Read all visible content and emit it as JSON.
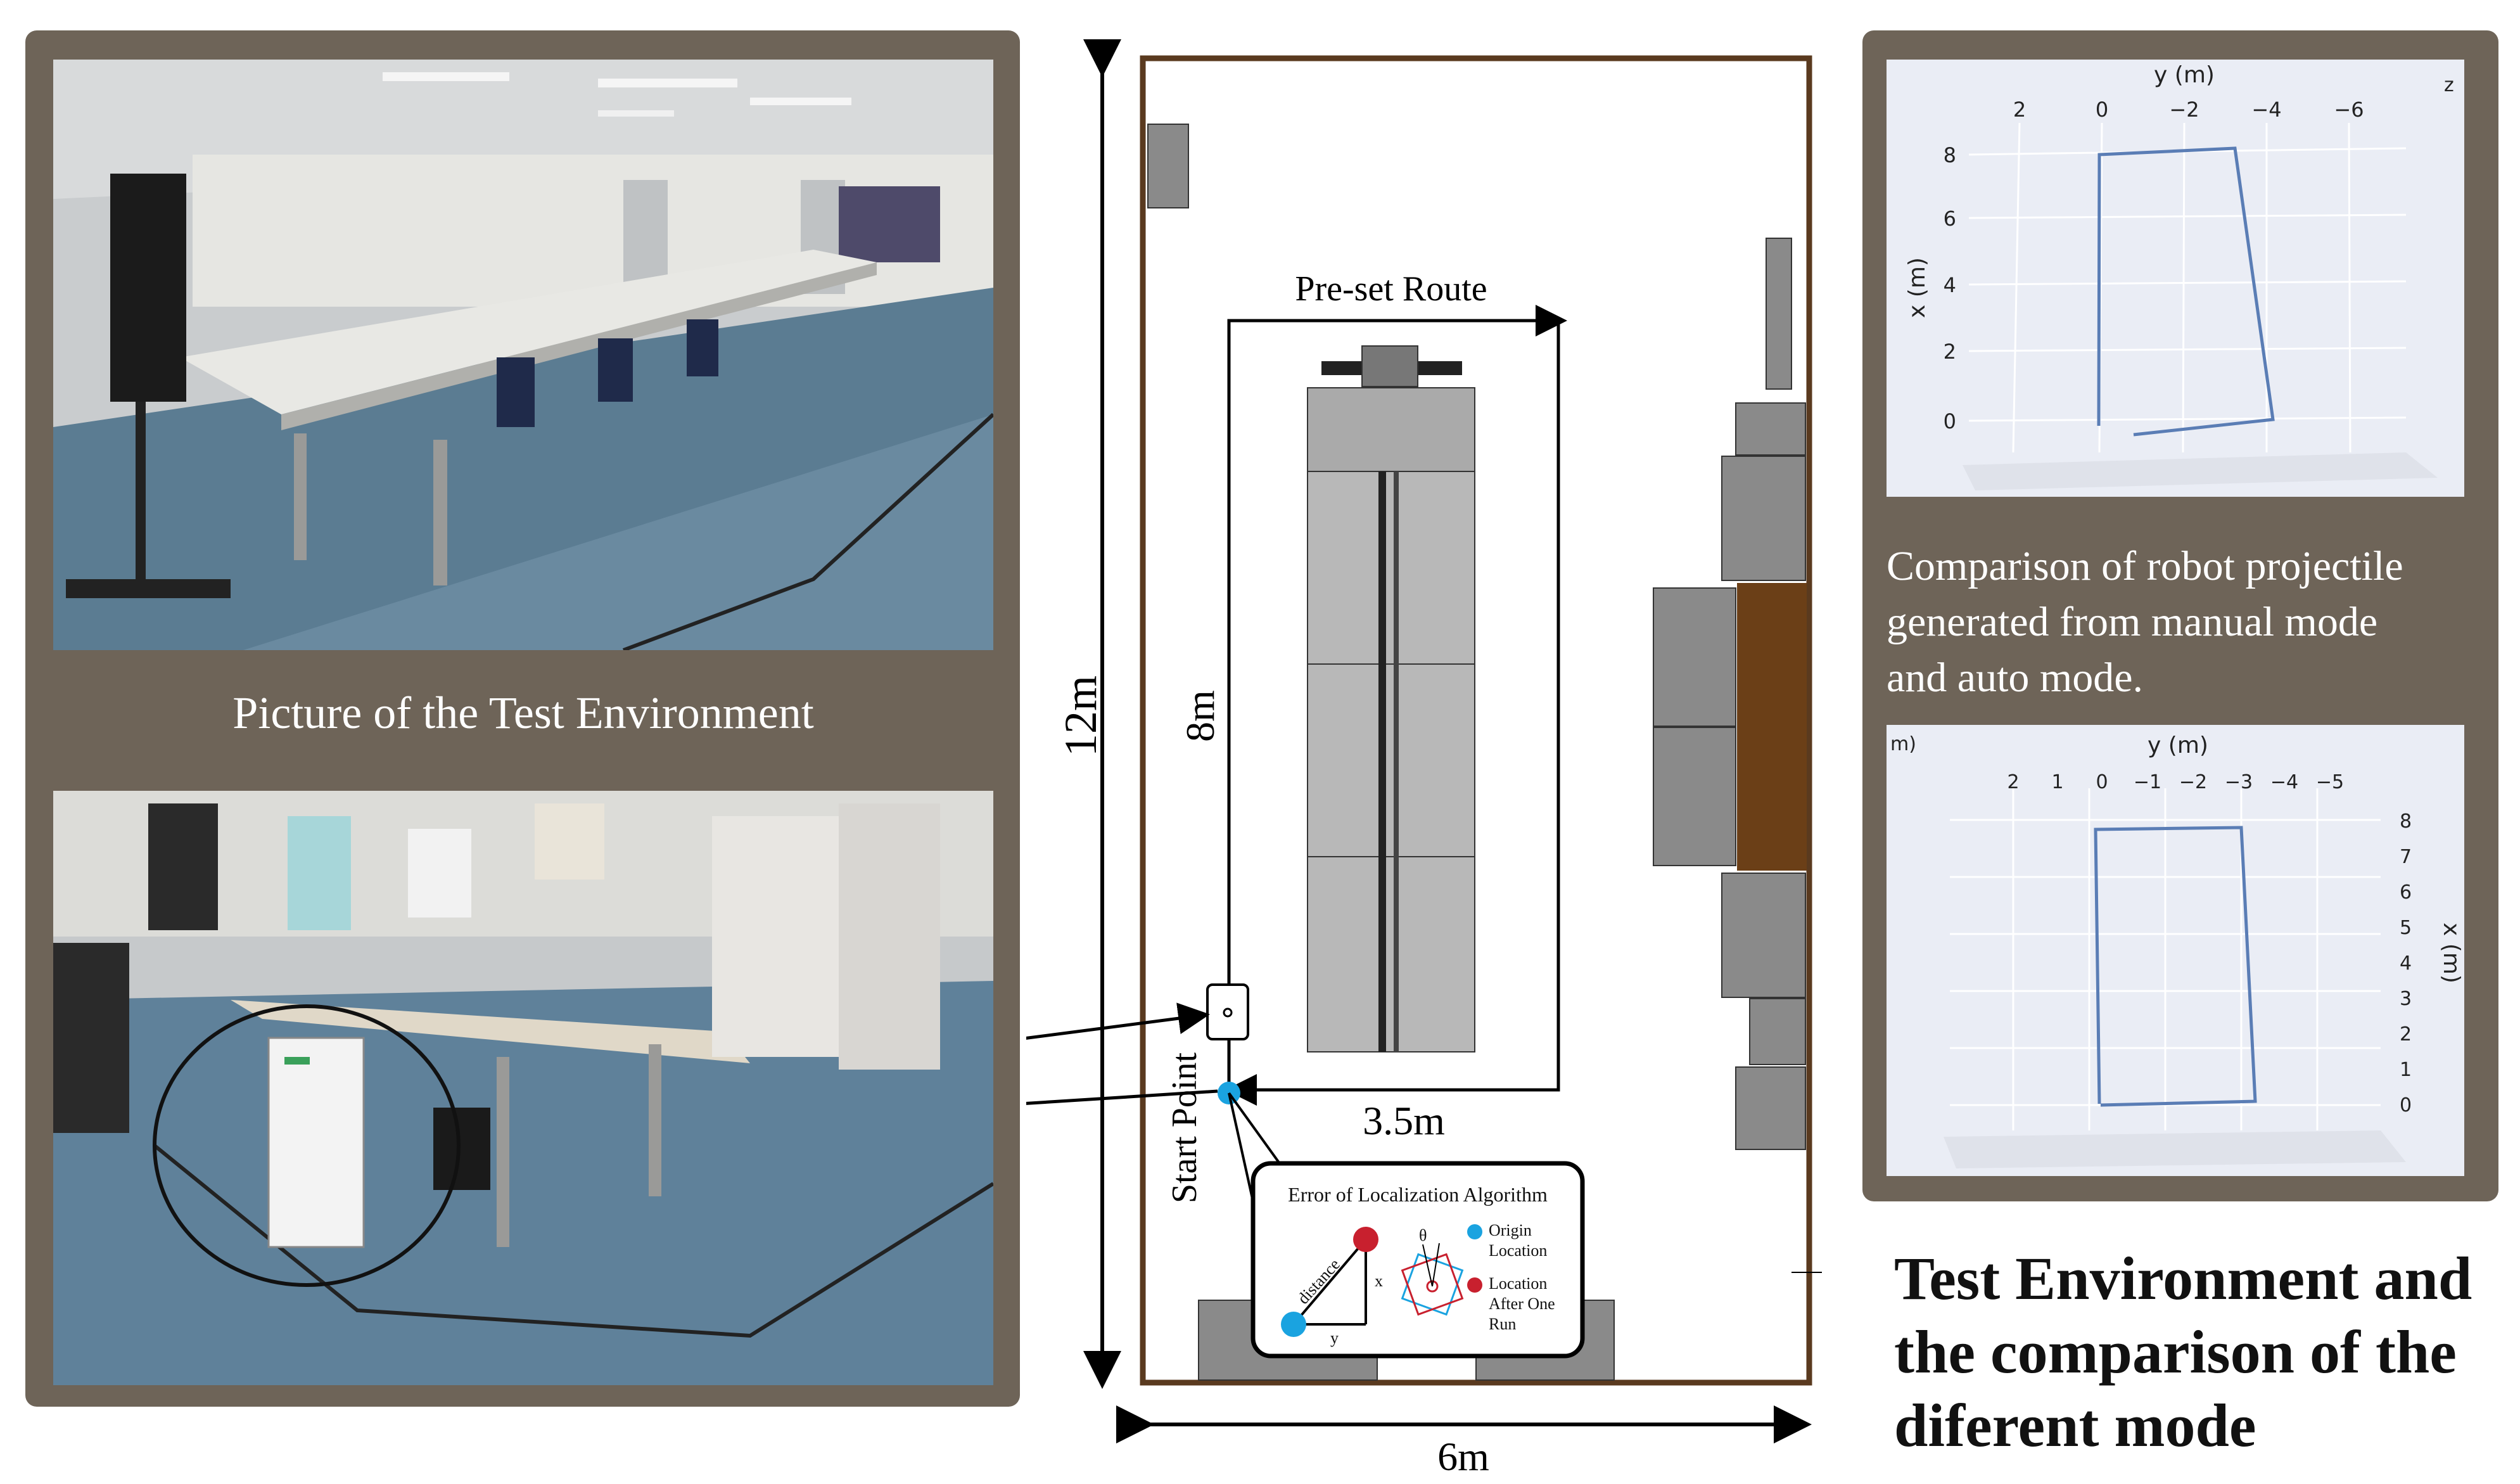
{
  "left_panel": {
    "caption": "Picture of the Test Environment"
  },
  "floor_plan": {
    "route_label": "Pre-set Route",
    "height_label": "12m",
    "route_length_label": "8m",
    "route_width_label": "3.5m",
    "width_label": "6m",
    "start_label": "Start Point",
    "inset": {
      "title": "Error of Localization Algorithm",
      "distance_label": "distance",
      "x_label": "x",
      "y_label": "y",
      "theta_label": "θ",
      "legend_origin_line1": "Origin",
      "legend_origin_line2": "Location",
      "legend_after_line1": "Location",
      "legend_after_line2": "After One",
      "legend_after_line3": "Run"
    },
    "colors": {
      "wall": "#5a3a1f",
      "furniture": "#8a8a8a",
      "origin_dot": "#1aa3e0",
      "after_dot": "#c8202e"
    }
  },
  "right_panel": {
    "caption_line1": "Comparison of robot projectile",
    "caption_line2": "generated from manual mode",
    "caption_line3": "and auto mode.",
    "top_plot": {
      "y_axis_title": "y (m)",
      "x_axis_title": "x (m)",
      "corner_label": "z",
      "y_ticks": [
        "2",
        "0",
        "−2",
        "−4",
        "−6"
      ],
      "x_ticks": [
        "8",
        "6",
        "4",
        "2",
        "0"
      ],
      "line_color": "#5a7db5"
    },
    "bottom_plot": {
      "y_axis_title": "y (m)",
      "x_axis_title": "x (m)",
      "corner_label": "m)",
      "y_ticks": [
        "2",
        "1",
        "0",
        "−1",
        "−2",
        "−3",
        "−4",
        "−5"
      ],
      "x_ticks": [
        "8",
        "7",
        "6",
        "5",
        "4",
        "3",
        "2",
        "1",
        "0"
      ],
      "line_color": "#5a7db5"
    }
  },
  "title": {
    "line1": "Test Environment and",
    "line2": "the  comparison of the",
    "line3": "diferent mode"
  }
}
